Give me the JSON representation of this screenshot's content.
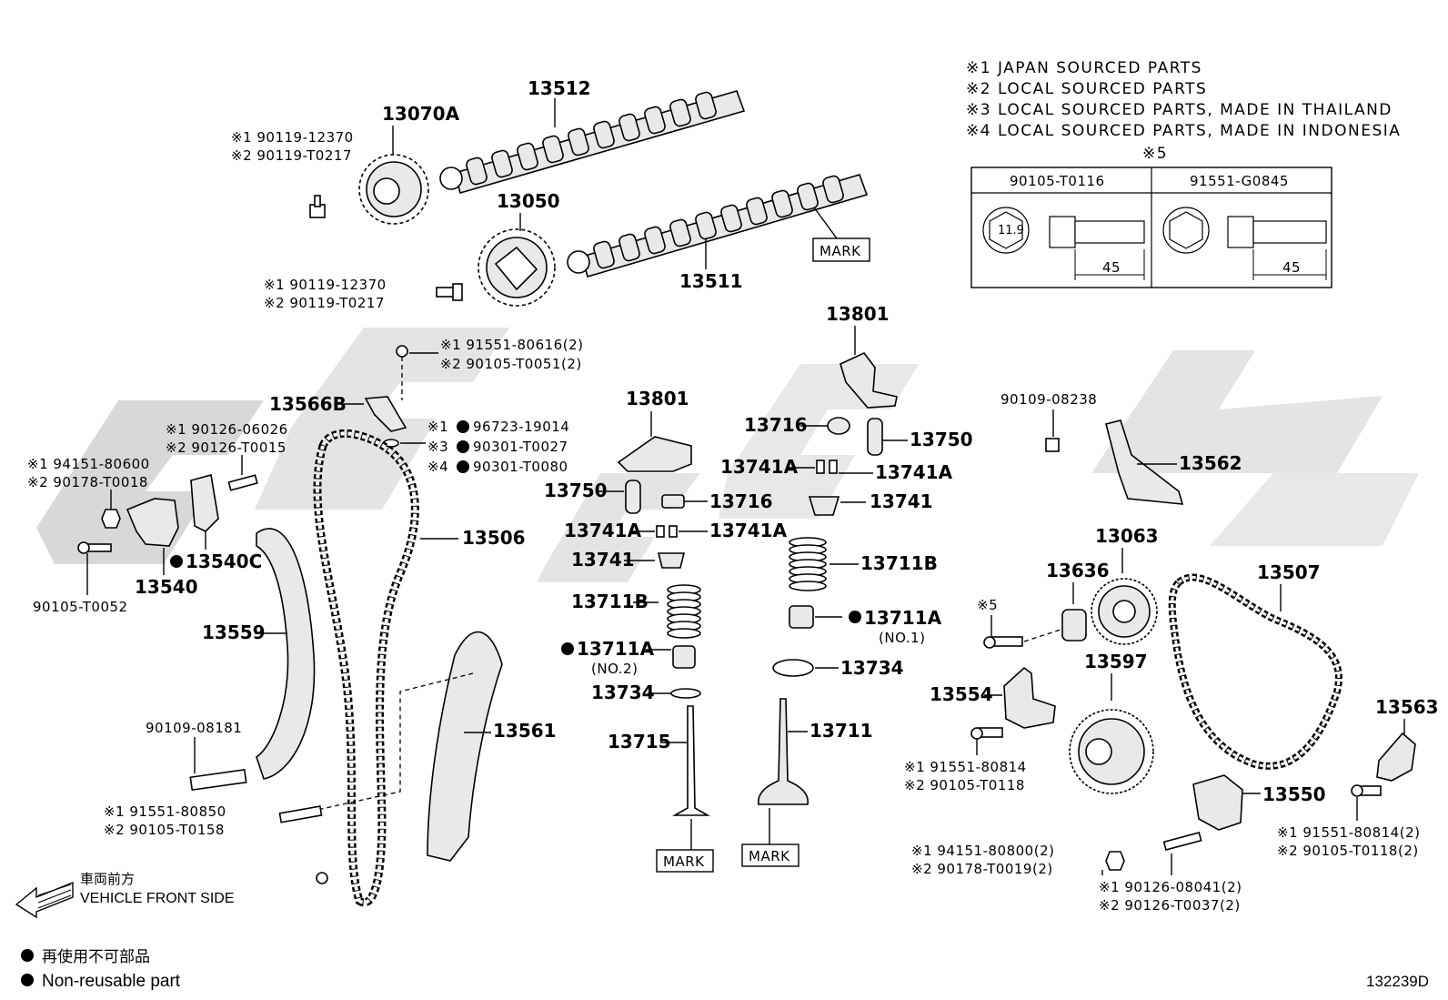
{
  "legend": {
    "j1": "※1 JAPAN SOURCED PARTS",
    "j2": "※2 LOCAL SOURCED PARTS",
    "j3": "※3 LOCAL SOURCED PARTS, MADE IN THAILAND",
    "j4": "※4 LOCAL SOURCED PARTS, MADE IN INDONESIA",
    "j5": "※5"
  },
  "bolt_table": {
    "col1": "90105-T0116",
    "col2": "91551-G0845",
    "head_size": "11.9",
    "len1": "45",
    "len2": "45"
  },
  "parts": {
    "p13512": "13512",
    "p13070A": "13070A",
    "p13050": "13050",
    "p13511": "13511",
    "mark_cam": "MARK",
    "bolt_a1": "※1 90119-12370",
    "bolt_a2": "※2 90119-T0217",
    "bolt_b1": "※1 90119-12370",
    "bolt_b2": "※2 90119-T0217",
    "p13801a": "13801",
    "p13801b": "13801",
    "b91551_1": "※1 91551-80616(2)",
    "b91551_2": "※2 90105-T0051(2)",
    "p13566B": "13566B",
    "g1": "※1",
    "g1v": "96723-19014",
    "g3": "※3",
    "g3v": "90301-T0027",
    "g4": "※4",
    "g4v": "90301-T0080",
    "s1": "※1 90126-06026",
    "s2": "※2 90126-T0015",
    "n1": "※1  94151-80600",
    "n2": "※2  90178-T0018",
    "p13540C": "13540C",
    "p13540": "13540",
    "p90105T0052": "90105-T0052",
    "p13506": "13506",
    "p13559": "13559",
    "p90109_08181": "90109-08181",
    "c1": "※1 91551-80850",
    "c2": "※2 90105-T0158",
    "p13561": "13561",
    "p13716a": "13716",
    "p13716b": "13716",
    "p13750a": "13750",
    "p13750b": "13750",
    "p13741Aa": "13741A",
    "p13741Ab": "13741A",
    "p13741Ac": "13741A",
    "p13741Ad": "13741A",
    "p13741a": "13741",
    "p13741b": "13741",
    "p13711Ba": "13711B",
    "p13711Bb": "13711B",
    "p13711Aa": "13711A",
    "p13711Ab": "13711A",
    "no2": "(NO.2)",
    "no1": "(NO.1)",
    "p13734a": "13734",
    "p13734b": "13734",
    "p13715": "13715",
    "p13711": "13711",
    "mark_v1": "MARK",
    "mark_v2": "MARK",
    "p90109_08238": "90109-08238",
    "p13562": "13562",
    "p13063": "13063",
    "p13636": "13636",
    "p13507": "13507",
    "x5": "※5",
    "p13554": "13554",
    "p13597": "13597",
    "d1": "※1 91551-80814",
    "d2": "※2 90105-T0118",
    "p13563": "13563",
    "p13550": "13550",
    "e1": "※1 94151-80800(2)",
    "e2": "※2 90178-T0019(2)",
    "f1": "※1 90126-08041(2)",
    "f2": "※2 90126-T0037(2)",
    "h1": "※1 91551-80814(2)",
    "h2": "※2 90105-T0118(2)"
  },
  "front": {
    "jp": "車両前方",
    "en": "VEHICLE FRONT SIDE"
  },
  "footer": {
    "nonreuse_jp": "再使用不可部品",
    "nonreuse_en": "Non-reusable part",
    "diagram_id": "132239D"
  }
}
